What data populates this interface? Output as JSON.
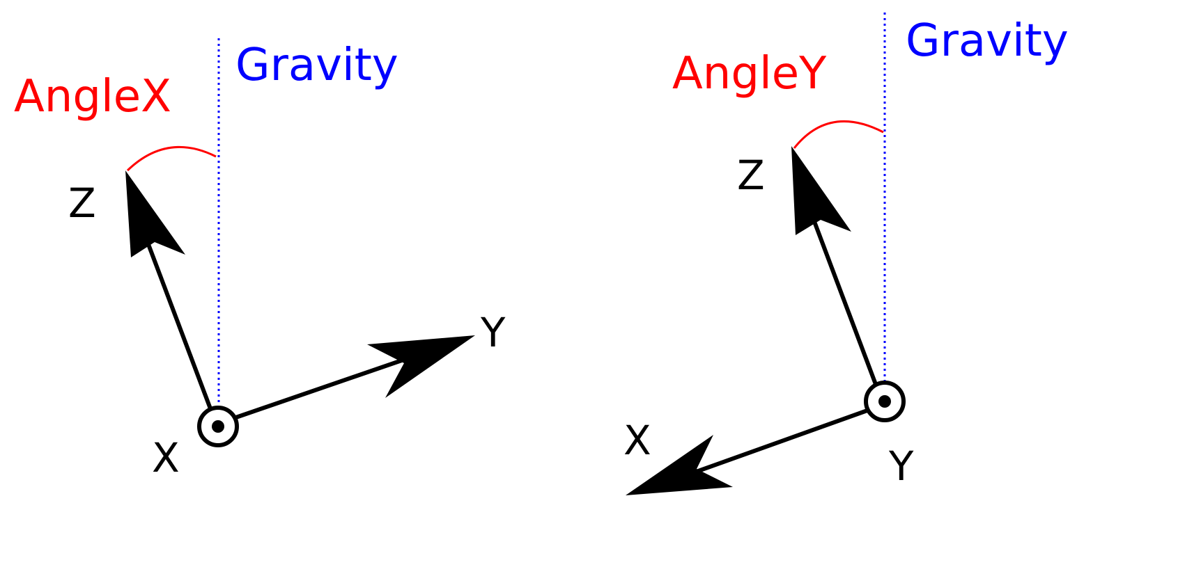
{
  "colors": {
    "angle": "#ff0000",
    "gravity": "#0000ff",
    "axis": "#000000"
  },
  "panels": [
    {
      "angle_label": "AngleX",
      "gravity_label": "Gravity",
      "axes": {
        "z": "Z",
        "y": "Y",
        "x": "X"
      }
    },
    {
      "angle_label": "AngleY",
      "gravity_label": "Gravity",
      "axes": {
        "z": "Z",
        "x": "X",
        "y": "Y"
      }
    }
  ]
}
